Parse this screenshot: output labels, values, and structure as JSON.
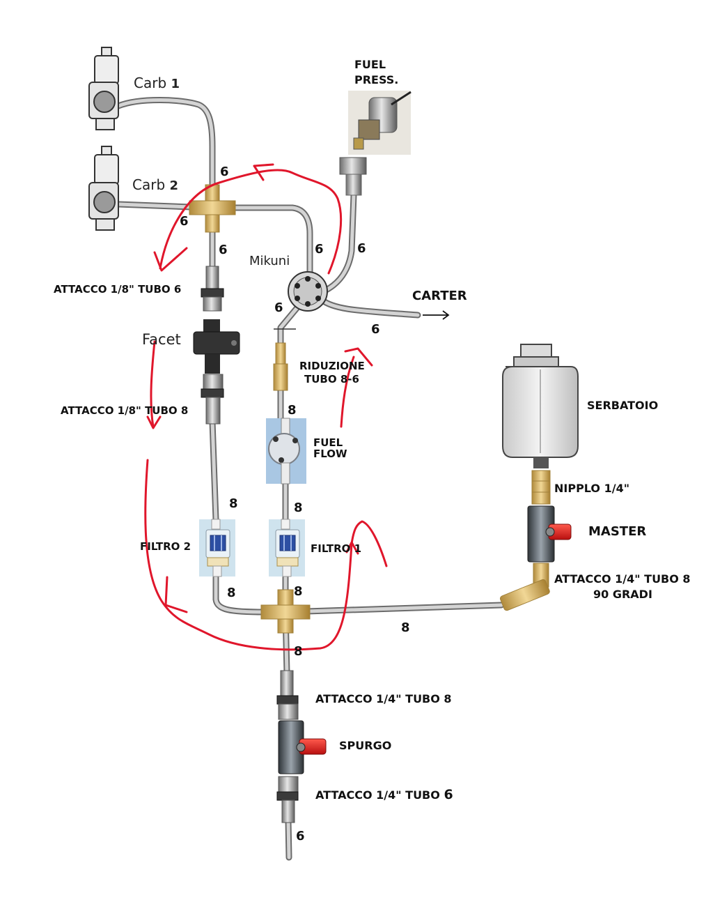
{
  "components": {
    "carb1": "Carb",
    "carb1_num": "1",
    "carb2": "Carb",
    "carb2_num": "2",
    "fuel_press": [
      "FUEL",
      "PRESS."
    ],
    "mikuni": "Mikuni",
    "carter": "CARTER",
    "facet": "Facet",
    "attacco_18_tubo6": "ATTACCO 1/8\" TUBO 6",
    "attacco_18_tubo8": "ATTACCO 1/8\" TUBO 8",
    "riduzione": [
      "RIDUZIONE",
      "TUBO 8-6"
    ],
    "fuel_flow": [
      "FUEL",
      "FLOW"
    ],
    "serbatoio": "SERBATOIO",
    "nipplo": "NIPPLO 1/4\"",
    "master": "MASTER",
    "attacco_14_90": [
      "ATTACCO 1/4\" TUBO 8",
      "90 GRADI"
    ],
    "filtro2": "FILTRO 2",
    "filtro1": "FILTRO 1",
    "attacco_14_tubo8": "ATTACCO 1/4\" TUBO 8",
    "spurgo": "SPURGO",
    "attacco_14_tubo6_prefix": "ATTACCO 1/4\" TUBO",
    "attacco_14_tubo6_num": "6"
  },
  "hose_sizes": {
    "carb1_to_tee": "6",
    "carb2_to_tee": "6",
    "tee_to_facet": "6",
    "tee_to_mikuni": "6",
    "press_line": "6",
    "mikuni_out": "6",
    "mikuni_carter": "6",
    "flow_in": "8",
    "filtro2_top": "8",
    "filtro1_top": "8",
    "filtro2_bottom": "8",
    "filtro1_bottom": "8",
    "tank_line": "8",
    "drain_top": "8",
    "drain_bottom": "6"
  },
  "colors": {
    "flow_arrows": "#e0162b",
    "hose": "#6b6b6b",
    "brass": "#d9b66a",
    "valve_handle": "#e02020"
  }
}
